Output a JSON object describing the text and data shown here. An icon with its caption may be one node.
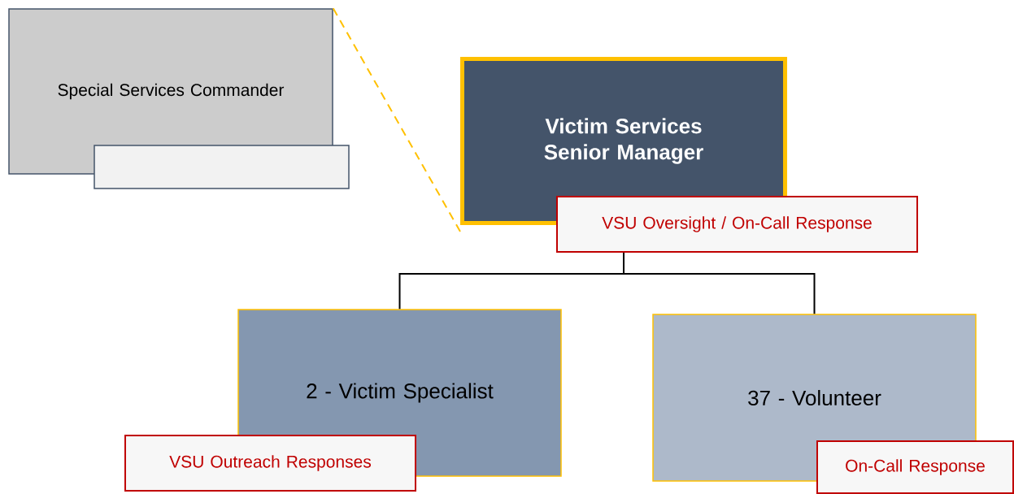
{
  "diagram": {
    "nodes": [
      {
        "text": [
          "Special Services Commander"
        ]
      },
      {
        "text": [],
        "shape": "box"
      },
      {
        "text": [
          "Victim Services Senior Manager"
        ]
      },
      {
        "text": [
          "VSU Oversight / On-Call Response"
        ]
      },
      {
        "text": [
          "2 - Victim Specialist"
        ]
      },
      {
        "text": [
          "VSU Outreach Responses"
        ]
      },
      {
        "text": [
          "37 - Volunteer"
        ]
      },
      {
        "text": [
          "On-Call Response"
        ]
      }
    ],
    "edges": [
      {
        "from": 0,
        "to": 2,
        "arrow": "none",
        "style": "dashed",
        "color": "#ffc000"
      },
      {
        "from": 3,
        "to": 4,
        "arrow": "none"
      },
      {
        "from": 3,
        "to": 6,
        "arrow": "none"
      }
    ]
  }
}
